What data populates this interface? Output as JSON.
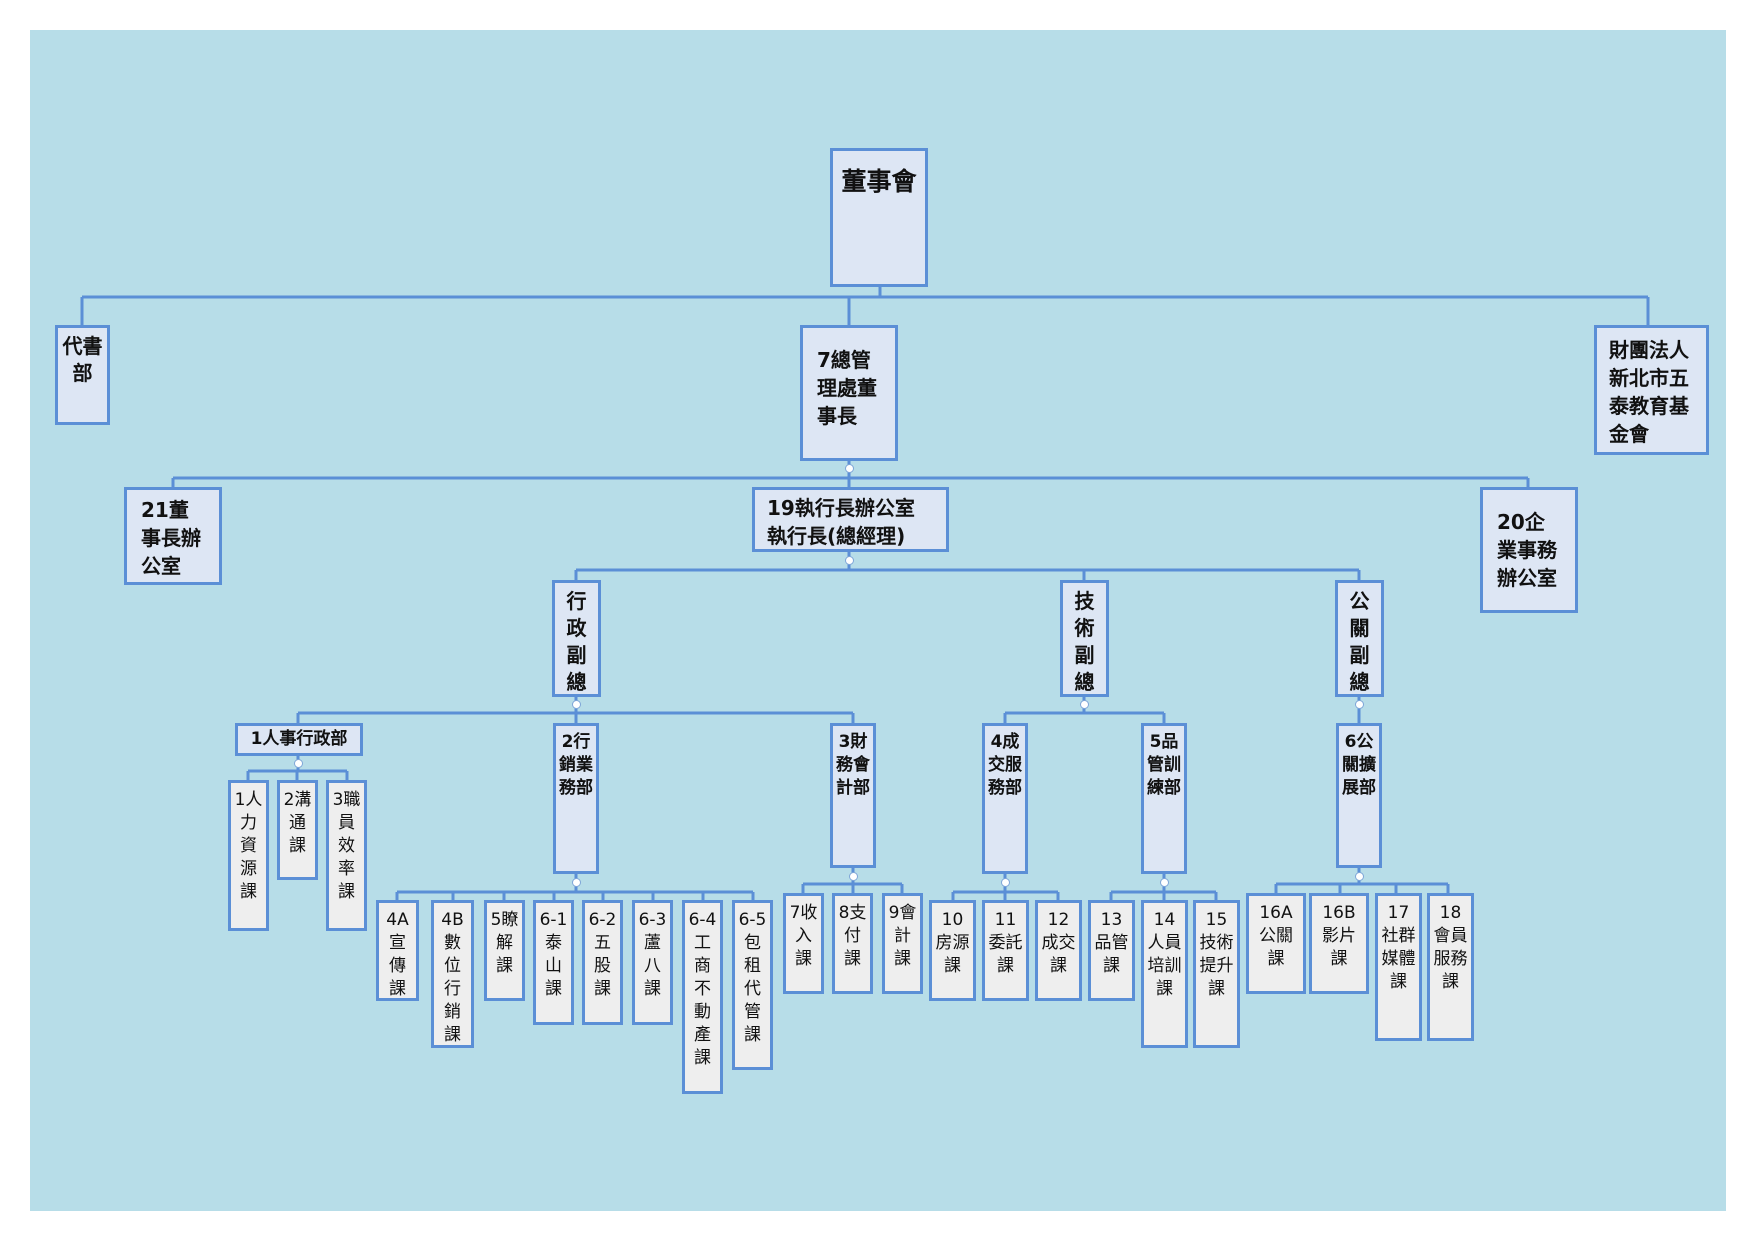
{
  "org": {
    "board": "董事會",
    "left_dept": "代書部",
    "right_foundation": "財團法人新北市五泰教育基金會",
    "gm_office": "7總管理處董事長",
    "chair_office": "21董事長辦公室",
    "ceo_office_line1": "19執行長辦公室",
    "ceo_office_line2": "執行長(總經理)",
    "corp_office": "20企業事務辦公室",
    "vp_admin": "行政副總",
    "vp_tech": "技術副總",
    "vp_pr": "公關副總",
    "hr_dept": "1人事行政部",
    "sales_dept": "2行銷業務部",
    "finance_dept": "3財務會計部",
    "deal_dept": "4成交服務部",
    "qc_dept": "5品管訓練部",
    "pr_dept": "6公關擴展部",
    "hr_sections": [
      "1人力資源課",
      "2溝通課",
      "3職員效率課"
    ],
    "sales_sections": [
      "4A宣傳課",
      "4B數位行銷課",
      "5瞭解課",
      "6-1泰山課",
      "6-2五股課",
      "6-3蘆八課",
      "6-4工商不動產課",
      "6-5包租代管課"
    ],
    "finance_sections": [
      "7收入課",
      "8支付課",
      "9會計課"
    ],
    "deal_sections": [
      "10房源課",
      "11委託課",
      "12成交課"
    ],
    "qc_sections": [
      "13品管課",
      "14人員培訓課",
      "15技術提升課"
    ],
    "pr_sections": [
      "16A公關課",
      "16B影片課",
      "17社群媒體課",
      "18會員服務課"
    ]
  },
  "colors": {
    "background": "#b7dde8",
    "node_fill": "#dde6f4",
    "leaf_fill": "#eeeeee",
    "border": "#5b8fd6",
    "line": "#5b8fd6"
  }
}
